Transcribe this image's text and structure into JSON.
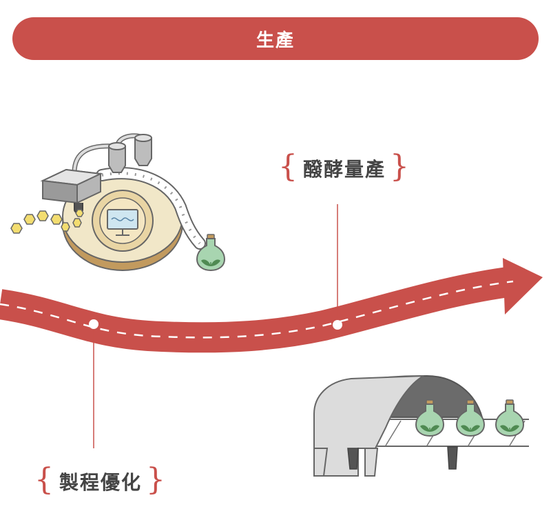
{
  "header": {
    "title": "生產"
  },
  "labels": {
    "process_optimization": "製程優化",
    "fermentation_mass_production": "醱酵量產"
  },
  "icons": {
    "left_illustration": "bioreactor-lab-icon",
    "right_illustration": "conveyor-tunnel-icon",
    "flask": "plant-flask-icon",
    "arrow": "road-arrow-icon"
  },
  "colors": {
    "accent": "#c9504b",
    "text": "#444444",
    "flask_fill": "#a8d5b0",
    "hex_yellow": "#f3dd70",
    "disc_beige": "#f1e7c8",
    "gray_light": "#dcdcdc",
    "gray_dark": "#6b6b6b",
    "outline": "#666666"
  }
}
